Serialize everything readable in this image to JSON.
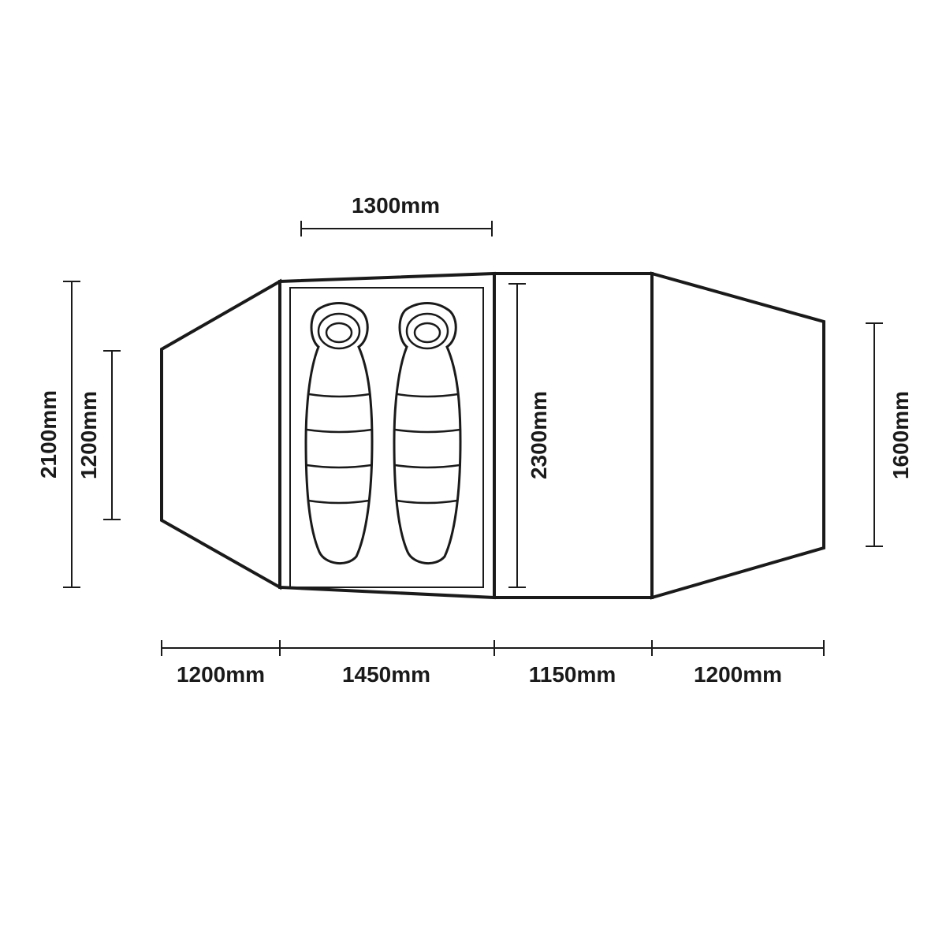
{
  "dimensions": {
    "top_width": "1300mm",
    "left_total_height": "2100mm",
    "left_inner_height": "1200mm",
    "inner_tent_height": "2300mm",
    "right_height": "1600mm",
    "bottom": [
      "1200mm",
      "1450mm",
      "1150mm",
      "1200mm"
    ]
  },
  "colors": {
    "line": "#1a1a1a",
    "background": "#ffffff"
  },
  "icons": [
    "sleeping-bag-icon",
    "sleeping-bag-icon"
  ]
}
